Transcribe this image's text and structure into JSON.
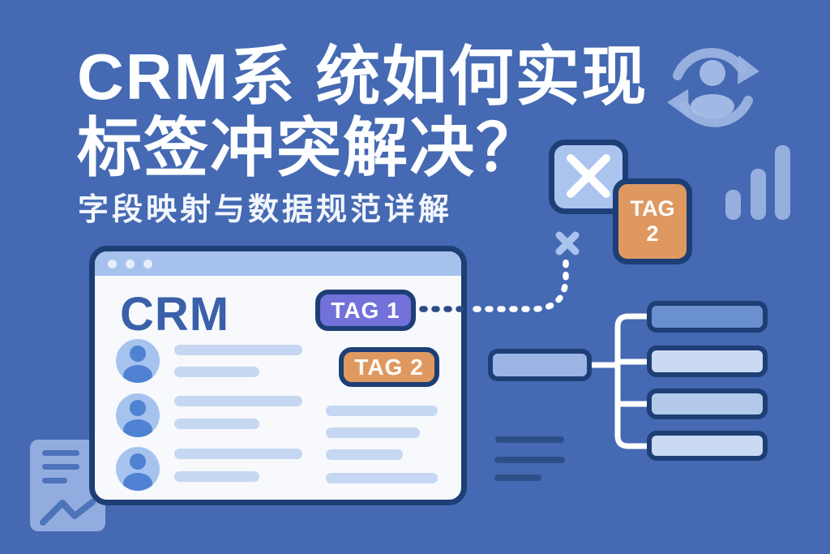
{
  "colors": {
    "bg": "#4569b2",
    "border-navy": "#1e3e76",
    "titlebar-blue": "#a6c2ec",
    "window-bg": "#f7f9fc",
    "crm-text": "#3a60aa",
    "purple": "#7371da",
    "orange": "#df9960",
    "pale-line": "#c6d7f2",
    "avatar-bg": "#a6c3ee",
    "avatar-person": "#4f82d2",
    "icon-blue": "#9db6e3",
    "doc-fill": "#93acdf",
    "doc-line": "#4d73ba",
    "tree-line-dark": "#2d4f88",
    "node-parent": "#9db5e6",
    "node-child-dark": "#6b90d0",
    "node-child-mid": "#b3c9ea",
    "node-child-light": "#cadaf2",
    "dotted-navy": "#2c4c86",
    "dotted-white": "#ffffff"
  },
  "header": {
    "title_line1": "CRM系 统如何实现",
    "title_line2": "标签冲突解决？",
    "subtitle": "字段映射与数据规范详解"
  },
  "crm_window": {
    "app_name": "CRM",
    "tag1_label": "TAG 1",
    "tag2_label": "TAG 2"
  },
  "conflict_tag": {
    "line1": "TAG",
    "line2": "2"
  }
}
